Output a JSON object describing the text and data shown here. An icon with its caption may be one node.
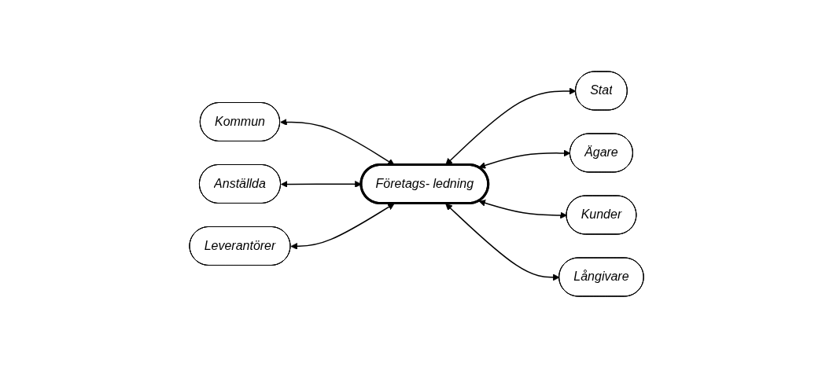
{
  "diagram": {
    "nodes": [
      {
        "text": [
          "Stat"
        ]
      },
      {
        "text": [
          "Kommun"
        ]
      },
      {
        "text": [
          "Ägare"
        ]
      },
      {
        "text": [
          "Företags- ledning"
        ]
      },
      {
        "text": [
          "Anställda"
        ]
      },
      {
        "text": [
          "Kunder"
        ]
      },
      {
        "text": [
          "Leverantörer"
        ]
      },
      {
        "text": [
          "Långivare"
        ]
      }
    ],
    "edges": [
      {
        "from": 3,
        "to": 0,
        "arrow": "both"
      },
      {
        "from": 1,
        "to": 3,
        "arrow": "both"
      },
      {
        "from": 3,
        "to": 2,
        "arrow": "both"
      },
      {
        "from": 4,
        "to": 3,
        "arrow": "both"
      },
      {
        "from": 3,
        "to": 5,
        "arrow": "both"
      },
      {
        "from": 6,
        "to": 3,
        "arrow": "both"
      },
      {
        "from": 3,
        "to": 7,
        "arrow": "both"
      }
    ]
  }
}
